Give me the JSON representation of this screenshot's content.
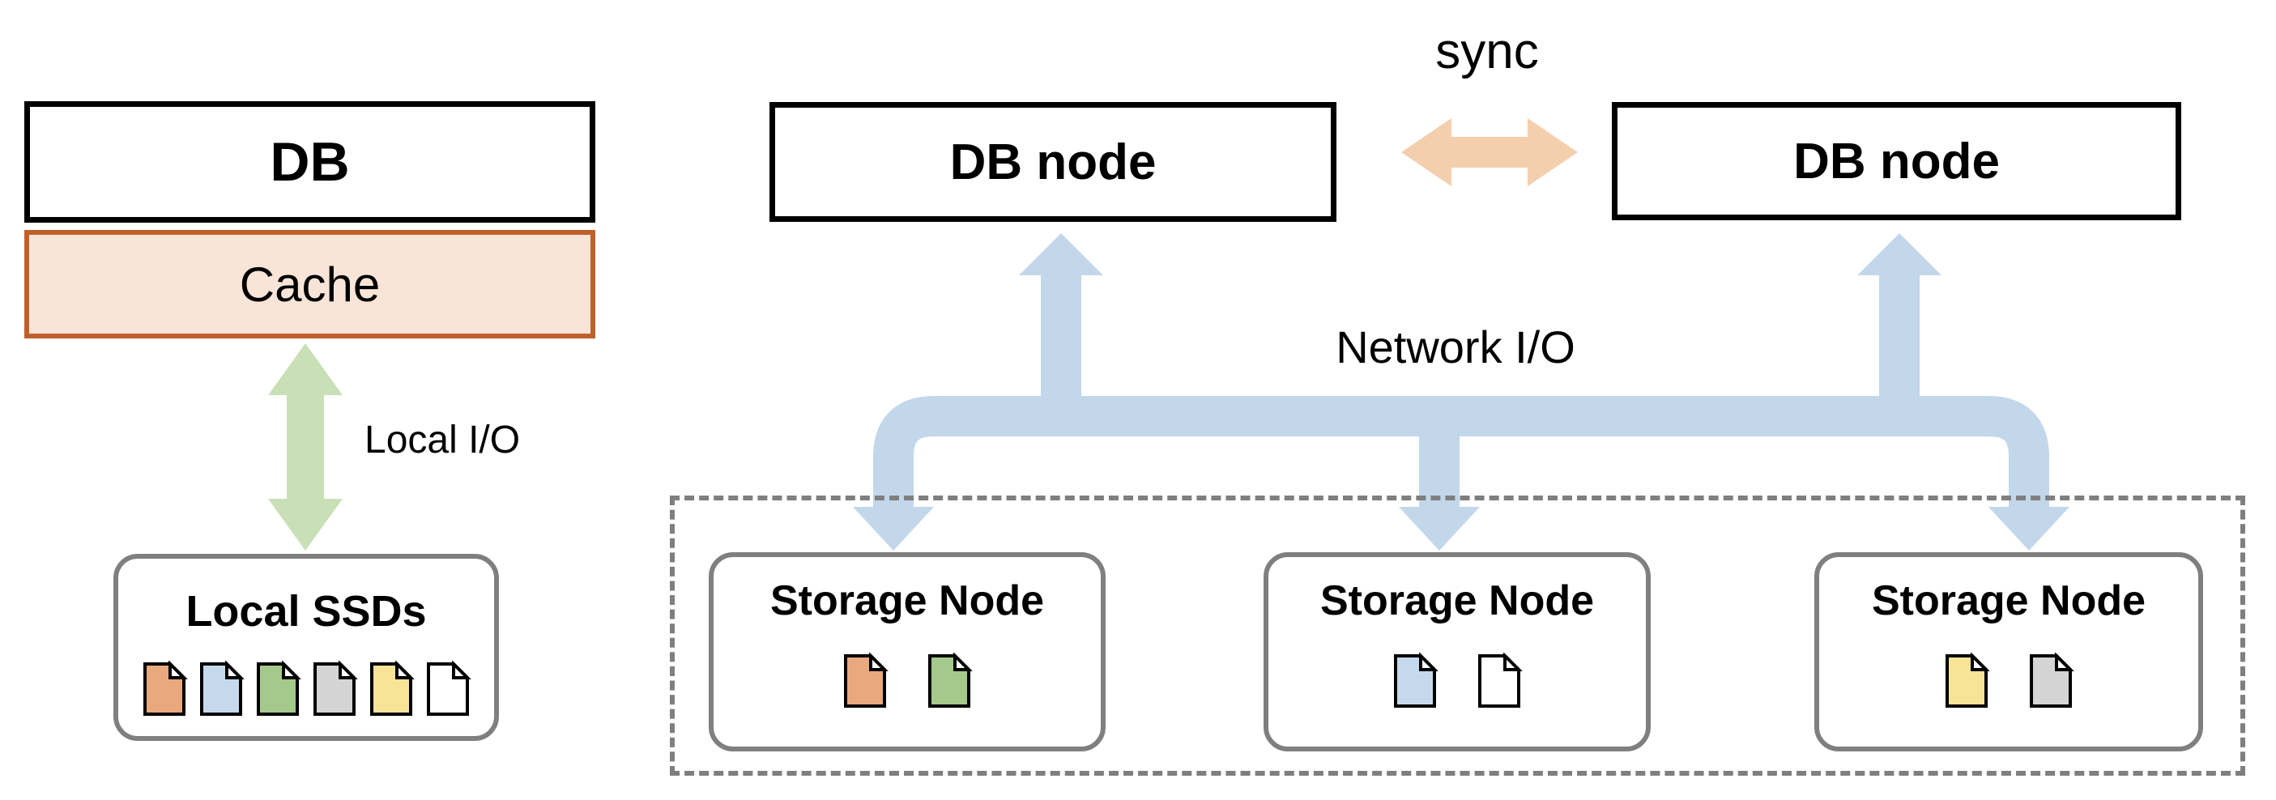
{
  "standalone": {
    "db_label": "DB",
    "cache_label": "Cache",
    "local_io_label": "Local I/O",
    "ssd_title": "Local SSDs",
    "ssd_files": [
      {
        "name": "file-orange",
        "color": "#e9a97e"
      },
      {
        "name": "file-blue",
        "color": "#c5d9ec"
      },
      {
        "name": "file-green",
        "color": "#a5c98b"
      },
      {
        "name": "file-gray",
        "color": "#d4d4d4"
      },
      {
        "name": "file-yellow",
        "color": "#f8e397"
      },
      {
        "name": "file-white",
        "color": "#ffffff"
      }
    ]
  },
  "cluster": {
    "sync_label": "sync",
    "network_io_label": "Network I/O",
    "db_nodes": [
      {
        "label": "DB node"
      },
      {
        "label": "DB node"
      }
    ],
    "storage_nodes": [
      {
        "title": "Storage Node",
        "files": [
          {
            "color": "#e9a97e"
          },
          {
            "color": "#a5c98b"
          }
        ]
      },
      {
        "title": "Storage Node",
        "files": [
          {
            "color": "#c5d9ec"
          },
          {
            "color": "#ffffff"
          }
        ]
      },
      {
        "title": "Storage Node",
        "files": [
          {
            "color": "#f8e397"
          },
          {
            "color": "#d4d4d4"
          }
        ]
      }
    ]
  },
  "colors": {
    "pipe_blue": "#c3d7eb",
    "sync_orange": "#f4cfae",
    "local_io_green": "#c9e0b6",
    "cache_fill": "#f9e5d7",
    "cache_border": "#c15f2b",
    "node_border_gray": "#7f7f7f",
    "file_stroke": "#000000"
  }
}
